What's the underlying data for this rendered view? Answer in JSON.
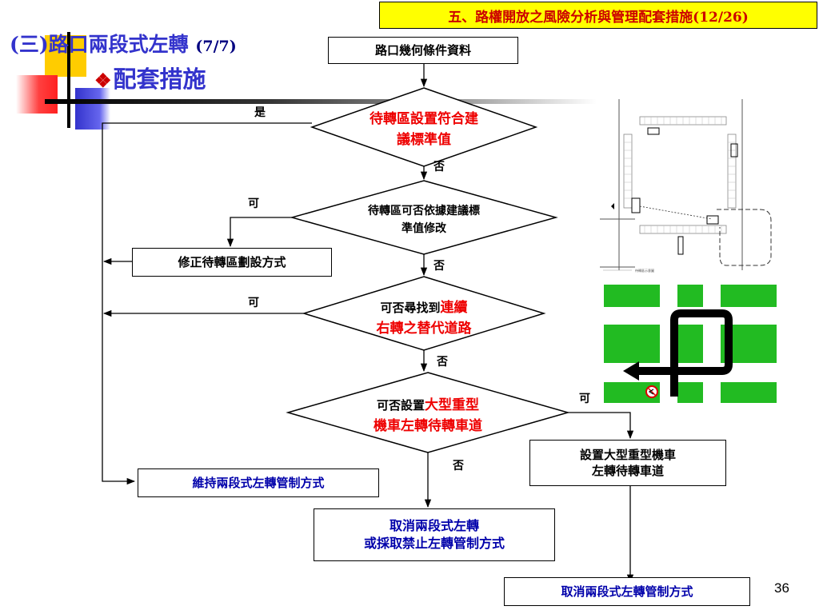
{
  "header": {
    "banner": "五、路權開放之風險分析與管理配套措施(12/26)",
    "section_title": "(三)路口兩段式左轉",
    "section_page": "(7/7)",
    "bullet_glyph": "❖",
    "subtitle": "配套措施"
  },
  "flowchart": {
    "start": "路口幾何條件資料",
    "decision1": {
      "line1": "待轉區設置符合建",
      "line2": "議標準值"
    },
    "decision2": {
      "line1": "待轉區可否依據建議標",
      "line2": "準值修改"
    },
    "decision3": {
      "pre": "可否尋找到",
      "red1": "連續",
      "line2": "右轉之替代道路"
    },
    "decision4": {
      "pre": "可否設置",
      "red1": "大型重型",
      "line2": "機車左轉待轉車道"
    },
    "modify_box": "修正待轉區劃設方式",
    "maintain_box": "維持兩段式左轉管制方式",
    "cancel_box": {
      "line1": "取消兩段式左轉",
      "line2": "或採取禁止左轉管制方式"
    },
    "set_lane_box": {
      "line1": "設置大型重型機車",
      "line2": "左轉待轉車道"
    },
    "final_box": "取消兩段式左轉管制方式",
    "labels": {
      "yes": "是",
      "no1": "否",
      "can2": "可",
      "no2": "否",
      "can3": "可",
      "no3": "否",
      "can4": "可",
      "no4": "否"
    }
  },
  "intersection_caption": "待轉區示意圖",
  "page_number": "36",
  "colors": {
    "banner_bg": "#ffff00",
    "banner_text": "#cc0000",
    "title_blue": "#3333cc",
    "highlight_red": "#ee0000",
    "road_green": "#22bb22"
  }
}
